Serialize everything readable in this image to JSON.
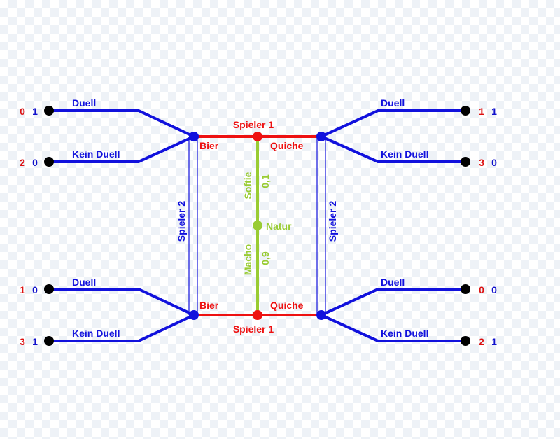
{
  "colors": {
    "player1": "#ee1111",
    "player2": "#1111dd",
    "nature": "#99cc33",
    "terminal": "#000000",
    "payoff_p1": "#dd1111",
    "payoff_p2": "#1111cc"
  },
  "labels": {
    "spieler1_top": "Spieler 1",
    "spieler1_bottom": "Spieler 1",
    "spieler2_left": "Spieler 2",
    "spieler2_right": "Spieler 2",
    "natur": "Natur",
    "softie": "Softie",
    "softie_prob": "0,1",
    "macho": "Macho",
    "macho_prob": "0,9",
    "bier_top": "Bier",
    "quiche_top": "Quiche",
    "bier_bottom": "Bier",
    "quiche_bottom": "Quiche"
  },
  "branches": {
    "tl_duell": "Duell",
    "tl_kein": "Kein Duell",
    "bl_duell": "Duell",
    "bl_kein": "Kein Duell",
    "tr_duell": "Duell",
    "tr_kein": "Kein Duell",
    "br_duell": "Duell",
    "br_kein": "Kein Duell"
  },
  "payoffs": {
    "tl_duell": {
      "p1": "0",
      "p2": "1"
    },
    "tl_kein": {
      "p1": "2",
      "p2": "0"
    },
    "bl_duell": {
      "p1": "1",
      "p2": "0"
    },
    "bl_kein": {
      "p1": "3",
      "p2": "1"
    },
    "tr_duell": {
      "p1": "1",
      "p2": "1"
    },
    "tr_kein": {
      "p1": "3",
      "p2": "0"
    },
    "br_duell": {
      "p1": "0",
      "p2": "0"
    },
    "br_kein": {
      "p1": "2",
      "p2": "1"
    }
  }
}
